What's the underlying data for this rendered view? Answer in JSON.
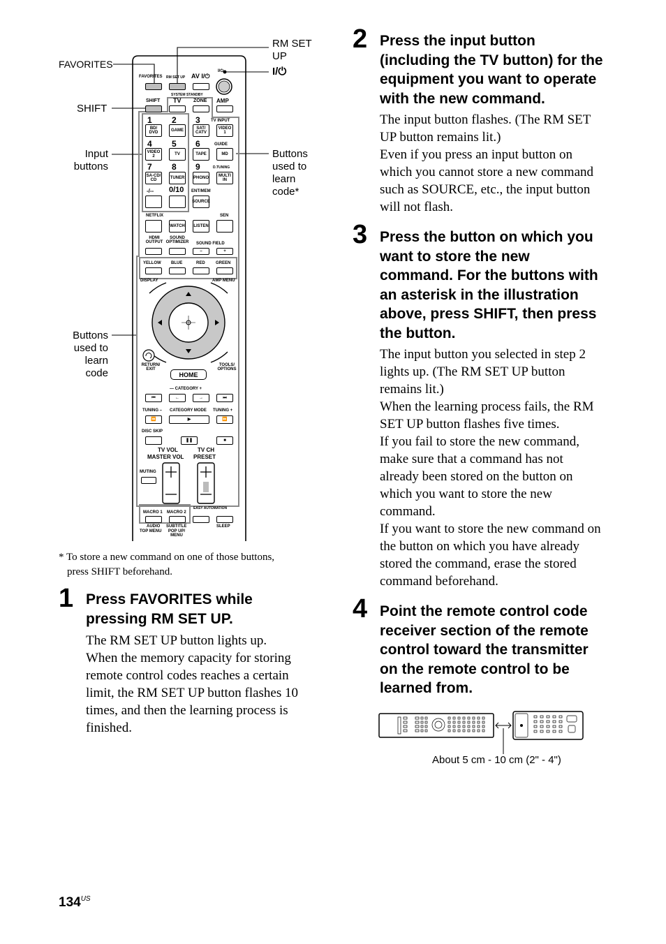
{
  "callouts": {
    "favorites": "FAVORITES",
    "rm_set_up": [
      "RM SET",
      "UP"
    ],
    "power": "I/⏻",
    "shift": "SHIFT",
    "input_buttons": [
      "Input",
      "buttons"
    ],
    "buttons_learn_star": [
      "Buttons",
      "used to",
      "learn",
      "code*"
    ],
    "buttons_learn": [
      "Buttons",
      "used to",
      "learn",
      "code"
    ]
  },
  "remote": {
    "labels": {
      "favorites": "FAVORITES",
      "rm_set_up": "RM SET UP",
      "av_power": "AV I/⏻",
      "power": "I/⏻",
      "system_standby": "SYSTEM STANDBY",
      "shift": "SHIFT",
      "tv": "TV",
      "zone": "ZONE",
      "amp": "AMP",
      "tv_input": "TV INPUT",
      "guide": "GUIDE",
      "d_tuning": "D.TUNING",
      "ent_mem": "ENT/MEM",
      "netflix": "NETFLIX",
      "sen": "SEN",
      "hdmi_output": "HDMI OUTPUT",
      "sound_optimizer": "SOUND OPTIMIZER",
      "sound_field": "SOUND FIELD",
      "display": "DISPLAY",
      "amp_menu": "AMP MENU",
      "return_exit": "RETURN/ EXIT",
      "tools_options": "TOOLS/ OPTIONS",
      "home": "HOME",
      "category": "— CATEGORY +",
      "tuning_minus": "TUNING –",
      "category_mode": "CATEGORY MODE",
      "tuning_plus": "TUNING +",
      "disc_skip": "DISC SKIP",
      "tv_vol": "TV VOL",
      "master_vol": "MASTER VOL",
      "tv_ch": "TV CH",
      "preset": "PRESET",
      "muting": "MUTING",
      "easy_automation": "EASY AUTOMATION",
      "macro1": "MACRO 1",
      "macro2": "MACRO 2",
      "audio": "AUDIO",
      "top_menu": "TOP MENU",
      "subtitle": "SUBTITLE",
      "pop_up_menu": "POP UP/ MENU",
      "sleep": "SLEEP"
    },
    "digits": [
      "1",
      "2",
      "3",
      "4",
      "5",
      "6",
      "7",
      "8",
      "9",
      "-/--",
      "0/10"
    ],
    "input_keys": [
      "BD/ DVD",
      "GAME",
      "SAT/ CATV",
      "VIDEO 1",
      "VIDEO 2",
      "TV",
      "TAPE",
      "MD",
      "SA-CD/ CD",
      "TUNER",
      "PHONO",
      "MULTI IN",
      "",
      "",
      "SOURCE"
    ],
    "mid_keys": [
      "WATCH",
      "LISTEN"
    ],
    "color_keys": [
      "YELLOW",
      "BLUE",
      "RED",
      "GREEN"
    ]
  },
  "footnote": [
    "* To store a new command on one of those buttons,",
    "press SHIFT beforehand."
  ],
  "steps": [
    {
      "number": "1",
      "heading": [
        "Press FAVORITES while",
        "pressing RM SET UP."
      ],
      "paragraphs": [
        [
          "The RM SET UP button lights up."
        ],
        [
          "When the memory capacity for storing",
          "remote control codes reaches a certain",
          "limit, the RM SET UP button flashes 10",
          "times, and then the learning process is",
          "finished."
        ]
      ]
    },
    {
      "number": "2",
      "heading": [
        "Press the input button",
        "(including the TV button) for the",
        "equipment you want to operate",
        "with the new command."
      ],
      "paragraphs": [
        [
          "The input button flashes. (The RM SET",
          "UP button remains lit.)"
        ],
        [
          "Even if you press an input button on",
          "which you cannot store a new command",
          "such as SOURCE, etc., the input button",
          "will not flash."
        ]
      ]
    },
    {
      "number": "3",
      "heading": [
        "Press the button on which you",
        "want to store the new",
        "command. For the buttons with",
        "an asterisk in the illustration",
        "above, press SHIFT, then press",
        "the button."
      ],
      "paragraphs": [
        [
          "The input button you selected in step 2",
          "lights up. (The RM SET UP button",
          "remains lit.)"
        ],
        [
          "When the learning process fails, the RM",
          "SET UP button flashes five times."
        ],
        [
          "If you fail to store the new command,",
          "make sure that a command has not",
          "already been stored on the button on",
          "which you want to store the new",
          "command."
        ],
        [
          "If you want to store the new command on",
          "the button on which you have already",
          "stored the command, erase the stored",
          "command beforehand."
        ]
      ]
    },
    {
      "number": "4",
      "heading": [
        "Point the remote control code",
        "receiver section of the remote",
        "control toward the transmitter",
        "on the remote control to be",
        "learned from."
      ],
      "paragraphs": []
    }
  ],
  "distance_caption": "About 5 cm - 10 cm (2\" - 4\")",
  "page_number": "134",
  "page_suffix": "US"
}
